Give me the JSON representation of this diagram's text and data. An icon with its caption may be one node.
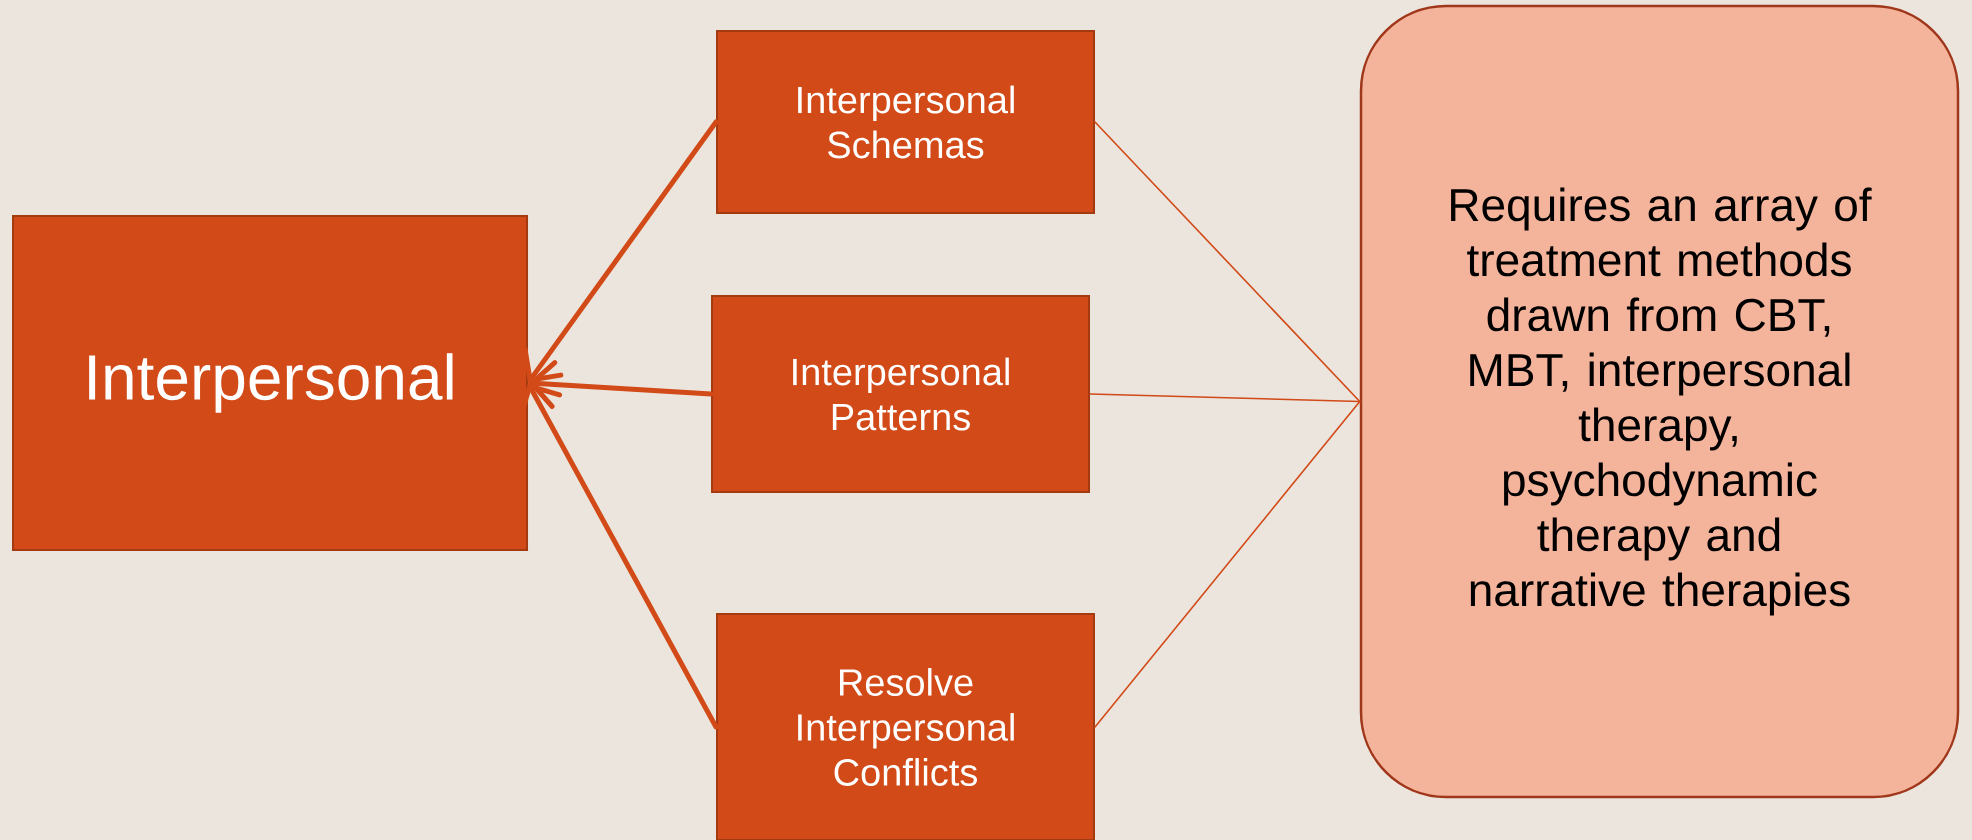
{
  "diagram": {
    "nodes": [
      {
        "text": [
          "Interpersonal"
        ]
      },
      {
        "text": [
          "Interpersonal Schemas"
        ]
      },
      {
        "text": [
          "Interpersonal Patterns"
        ]
      },
      {
        "text": [
          "Resolve Interpersonal Conflicts"
        ]
      },
      {
        "text": [
          "Requires an array of treatment methods drawn from CBT, MBT, interpersonal therapy, psychodynamic therapy and narrative therapies"
        ]
      }
    ],
    "edges": [
      {
        "from": 1,
        "to": 0,
        "arrow": "to",
        "style": "thick"
      },
      {
        "from": 2,
        "to": 0,
        "arrow": "to",
        "style": "thick"
      },
      {
        "from": 3,
        "to": 0,
        "arrow": "to",
        "style": "thick"
      },
      {
        "from": 1,
        "to": 4,
        "arrow": "none"
      },
      {
        "from": 2,
        "to": 4,
        "arrow": "none"
      },
      {
        "from": 3,
        "to": 4,
        "arrow": "none"
      }
    ]
  }
}
